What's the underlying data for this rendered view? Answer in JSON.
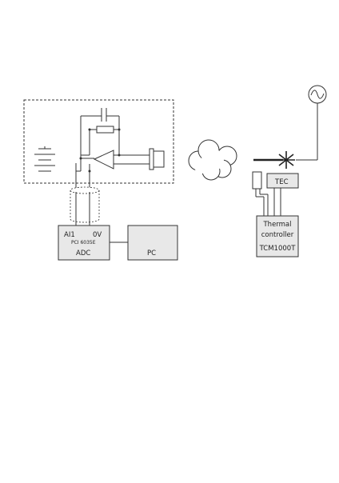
{
  "adc": {
    "ai1": "AI1",
    "zero_v": "0V",
    "card": "PCI 6035E",
    "name": "ADC"
  },
  "pc": {
    "label": "PC"
  },
  "tec": {
    "label": "TEC"
  },
  "controller": {
    "line1": "Thermal",
    "line2": "controller",
    "line3": "TCM1000T"
  },
  "colors": {
    "stroke": "#333333",
    "box_fill": "#e8e8e8",
    "white": "#ffffff"
  }
}
